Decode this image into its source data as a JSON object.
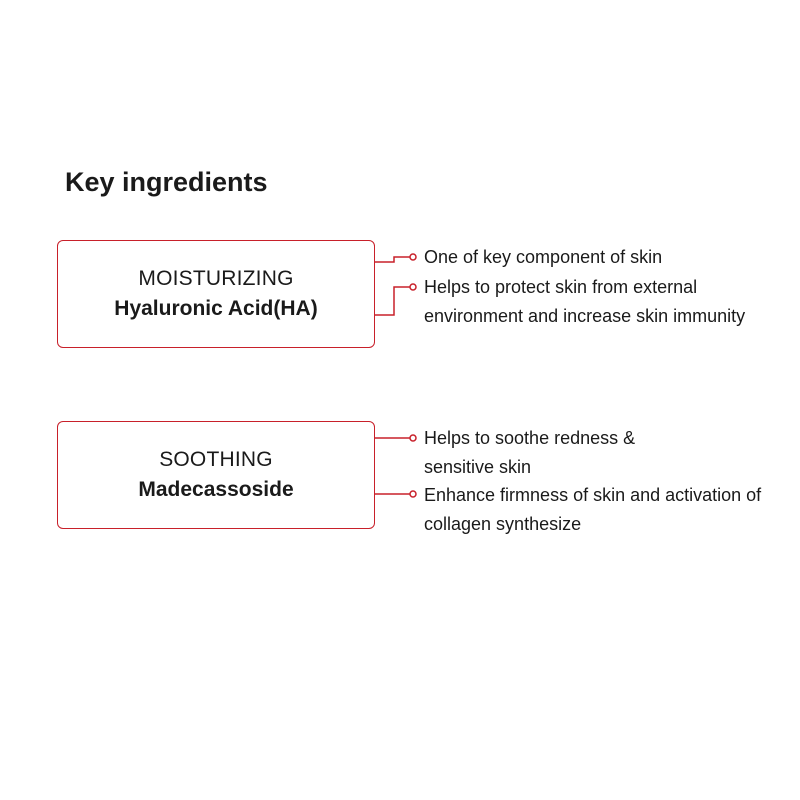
{
  "title": "Key ingredients",
  "ingredients": [
    {
      "category": "MOISTURIZING",
      "name": "Hyaluronic Acid(HA)",
      "benefits": [
        "One of key component of skin",
        "Helps to protect skin from external environment and increase skin immunity"
      ]
    },
    {
      "category": "SOOTHING",
      "name": "Madecassoside",
      "benefits": [
        "Helps to soothe redness & sensitive skin",
        "Enhance firmness of skin and activation of collagen synthesize"
      ]
    }
  ],
  "colors": {
    "accent": "#c8202a",
    "text": "#1a1a1a",
    "background": "#ffffff"
  }
}
